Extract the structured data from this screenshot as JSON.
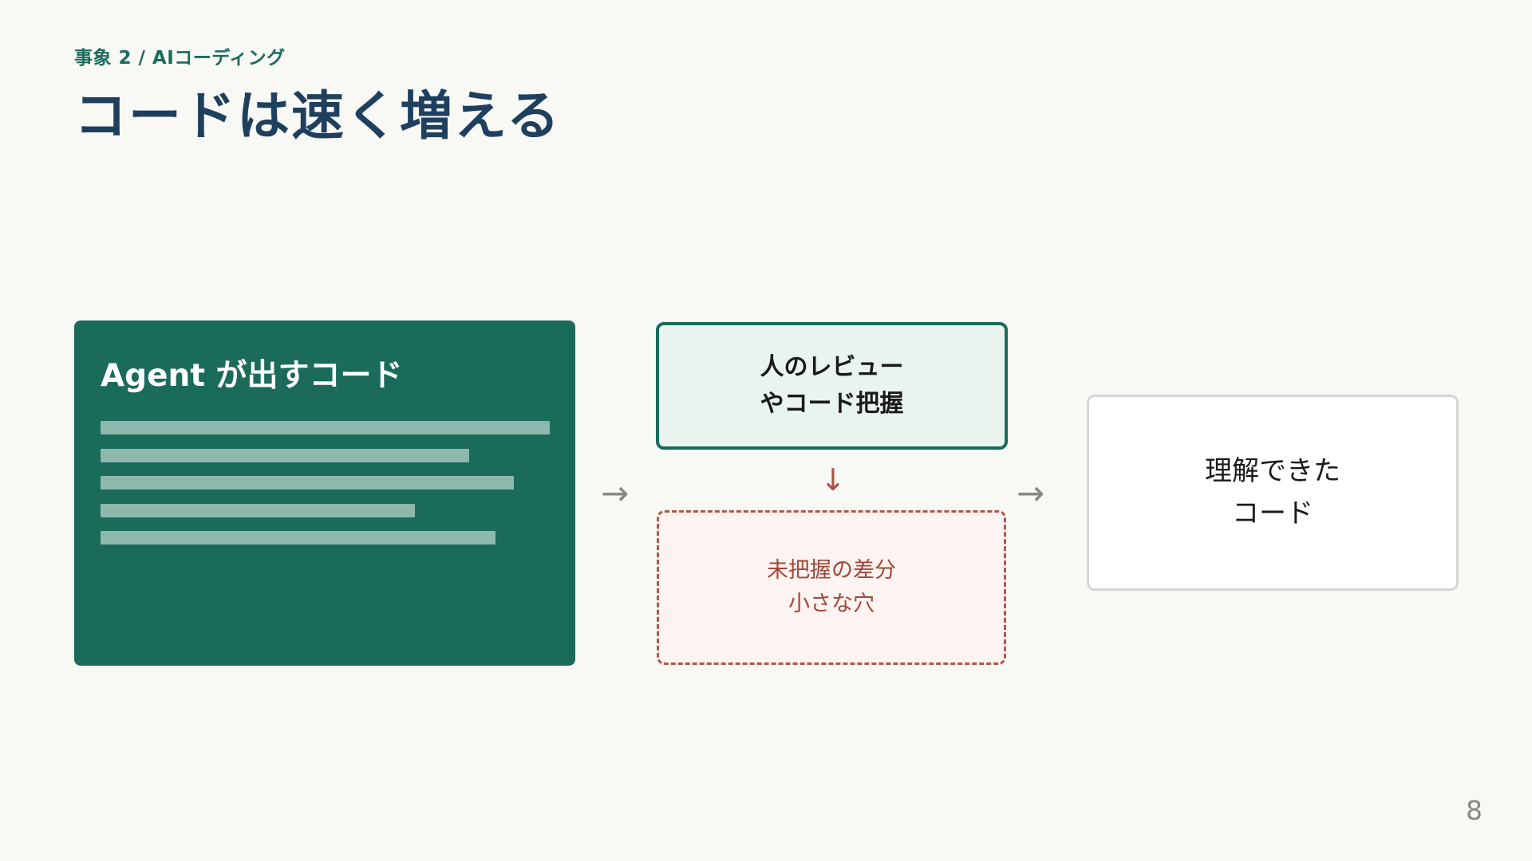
{
  "slide": {
    "eyebrow": "事象 2 / AIコーディング",
    "title": "コードは速く増える",
    "page_number": "8"
  },
  "agent": {
    "title": "Agent が出すコード",
    "code_line_fractions": [
      1.0,
      0.82,
      0.92,
      0.7,
      0.88
    ]
  },
  "review": {
    "line1": "人のレビュー",
    "line2": "やコード把握"
  },
  "gap": {
    "line1": "未把握の差分",
    "line2": "小さな穴"
  },
  "result": {
    "line1": "理解できた",
    "line2": "コード"
  },
  "arrows": {
    "right": "→",
    "down": "↓"
  },
  "colors": {
    "accent": "#1b6b5b",
    "title": "#1f3f5e",
    "warning": "#a0473a",
    "background": "#f8f8f5"
  }
}
